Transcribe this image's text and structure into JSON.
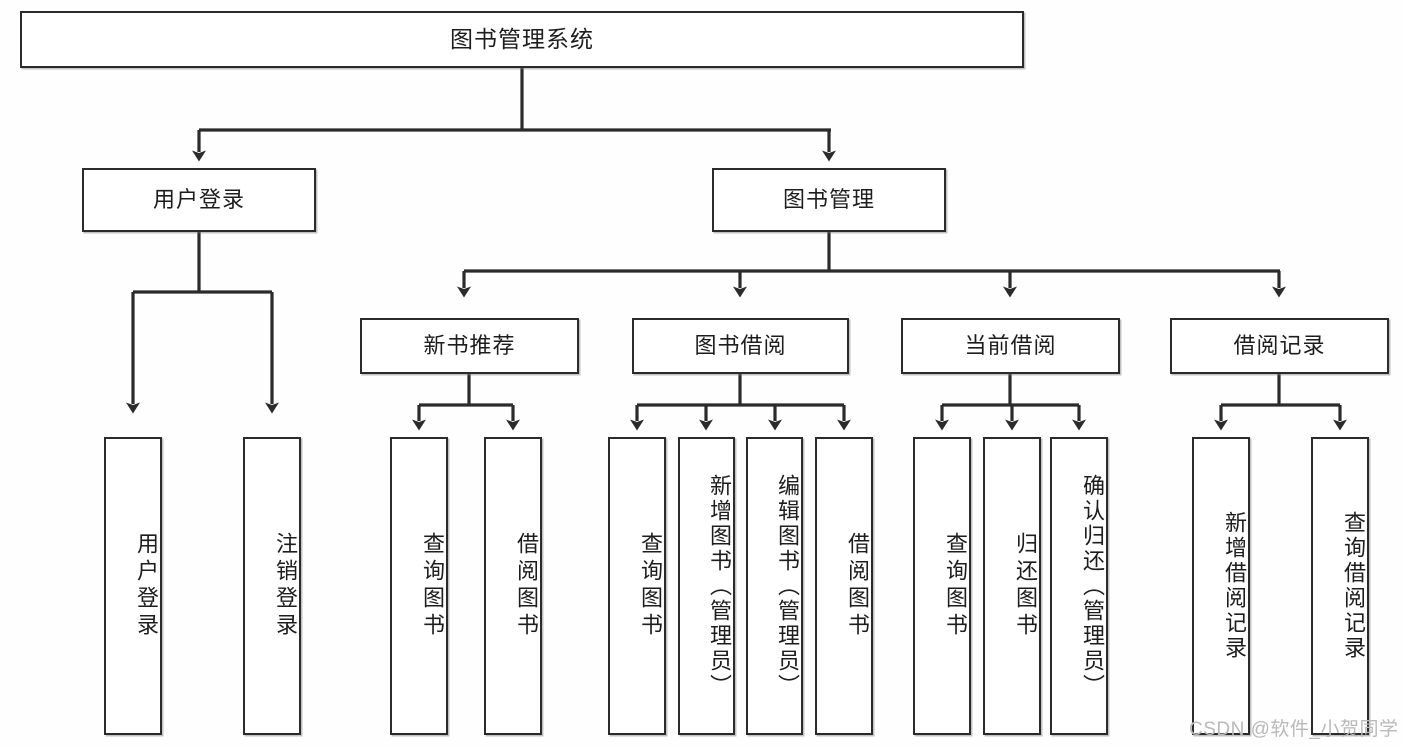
{
  "diagram": {
    "type": "tree-hierarchy",
    "title": "图书管理系统",
    "orientation": "top-down",
    "levels": 4,
    "nodes": {
      "root": {
        "label": "图书管理系统"
      },
      "level2": [
        {
          "id": "user-login",
          "label": "用户登录"
        },
        {
          "id": "book-management",
          "label": "图书管理"
        }
      ],
      "level3": [
        {
          "id": "new-book-recommend",
          "label": "新书推荐"
        },
        {
          "id": "book-borrow",
          "label": "图书借阅"
        },
        {
          "id": "current-borrow",
          "label": "当前借阅"
        },
        {
          "id": "borrow-record",
          "label": "借阅记录"
        }
      ],
      "level4": {
        "user_login_children": [
          {
            "id": "user-login-leaf",
            "label": "用户登录"
          },
          {
            "id": "logout-leaf",
            "label": "注销登录"
          }
        ],
        "new_book_recommend_children": [
          {
            "id": "query-book-1",
            "label": "查询图书"
          },
          {
            "id": "borrow-book-1",
            "label": "借阅图书"
          }
        ],
        "book_borrow_children": [
          {
            "id": "query-book-2",
            "label": "查询图书"
          },
          {
            "id": "add-book-admin",
            "label": "新增图书（管理员）"
          },
          {
            "id": "edit-book-admin",
            "label": "编辑图书（管理员）"
          },
          {
            "id": "borrow-book-2",
            "label": "借阅图书"
          }
        ],
        "current_borrow_children": [
          {
            "id": "query-book-3",
            "label": "查询图书"
          },
          {
            "id": "return-book",
            "label": "归还图书"
          },
          {
            "id": "confirm-return-admin",
            "label": "确认归还（管理员）"
          }
        ],
        "borrow_record_children": [
          {
            "id": "add-borrow-record",
            "label": "新增借阅记录"
          },
          {
            "id": "query-borrow-record",
            "label": "查询借阅记录"
          }
        ]
      }
    },
    "edges": [
      {
        "from": "图书管理系统",
        "to": "用户登录"
      },
      {
        "from": "图书管理系统",
        "to": "图书管理"
      },
      {
        "from": "用户登录",
        "to": "用户登录"
      },
      {
        "from": "用户登录",
        "to": "注销登录"
      },
      {
        "from": "图书管理",
        "to": "新书推荐"
      },
      {
        "from": "图书管理",
        "to": "图书借阅"
      },
      {
        "from": "图书管理",
        "to": "当前借阅"
      },
      {
        "from": "图书管理",
        "to": "借阅记录"
      },
      {
        "from": "新书推荐",
        "to": "查询图书"
      },
      {
        "from": "新书推荐",
        "to": "借阅图书"
      },
      {
        "from": "图书借阅",
        "to": "查询图书"
      },
      {
        "from": "图书借阅",
        "to": "新增图书（管理员）"
      },
      {
        "from": "图书借阅",
        "to": "编辑图书（管理员）"
      },
      {
        "from": "图书借阅",
        "to": "借阅图书"
      },
      {
        "from": "当前借阅",
        "to": "查询图书"
      },
      {
        "from": "当前借阅",
        "to": "归还图书"
      },
      {
        "from": "当前借阅",
        "to": "确认归还（管理员）"
      },
      {
        "from": "借阅记录",
        "to": "新增借阅记录"
      },
      {
        "from": "借阅记录",
        "to": "查询借阅记录"
      }
    ],
    "colors": {
      "stroke": "#2b2b2b",
      "fill": "#ffffff",
      "text": "#1d1d1d",
      "background": "#fefefe",
      "watermark": "#b9b9b9"
    }
  },
  "watermark": {
    "text": "CSDN @软件_小贺同学"
  }
}
